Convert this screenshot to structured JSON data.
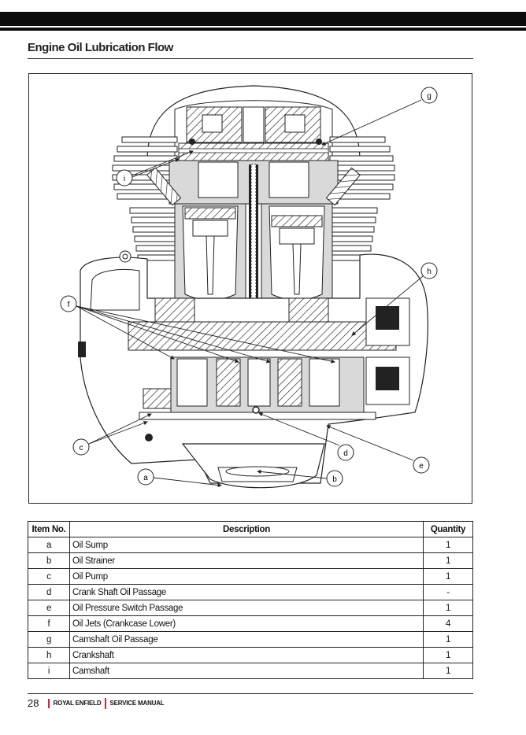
{
  "page": {
    "title": "Engine Oil Lubrication Flow",
    "page_number": "28",
    "brand": "ROYAL ENFIELD",
    "manual": "SERVICE MANUAL",
    "accent_color": "#d1232a"
  },
  "figure": {
    "callouts": [
      "g",
      "i",
      "h",
      "f",
      "c",
      "d",
      "e",
      "a",
      "b"
    ]
  },
  "table": {
    "headers": {
      "item": "Item No.",
      "description": "Description",
      "quantity": "Quantity"
    },
    "rows": [
      {
        "item": "a",
        "description": "Oil Sump",
        "quantity": "1"
      },
      {
        "item": "b",
        "description": "Oil Strainer",
        "quantity": "1"
      },
      {
        "item": "c",
        "description": "Oil Pump",
        "quantity": "1"
      },
      {
        "item": "d",
        "description": "Crank Shaft Oil Passage",
        "quantity": "-"
      },
      {
        "item": "e",
        "description": "Oil Pressure Switch Passage",
        "quantity": "1"
      },
      {
        "item": "f",
        "description": "Oil Jets (Crankcase Lower)",
        "quantity": "4"
      },
      {
        "item": "g",
        "description": "Camshaft Oil Passage",
        "quantity": "1"
      },
      {
        "item": "h",
        "description": "Crankshaft",
        "quantity": "1"
      },
      {
        "item": "i",
        "description": "Camshaft",
        "quantity": "1"
      }
    ]
  }
}
